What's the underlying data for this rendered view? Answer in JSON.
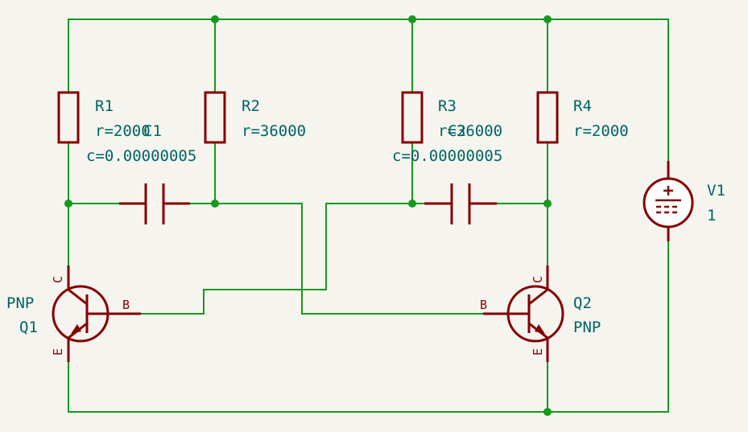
{
  "colors": {
    "background": "#f5f4ef",
    "wire": "#159a1b",
    "junction": "#159a1b",
    "component": "#840000",
    "label": "#006464",
    "source_fill": "#ffffff"
  },
  "components": {
    "R1": {
      "ref": "R1",
      "value": "r=2000"
    },
    "R2": {
      "ref": "R2",
      "value": "r=36000"
    },
    "R3": {
      "ref": "R3",
      "value": "r=36000"
    },
    "R4": {
      "ref": "R4",
      "value": "r=2000"
    },
    "C1": {
      "ref": "C1",
      "value": "c=0.00000005"
    },
    "C2": {
      "ref": "C2",
      "value": "c=0.00000005"
    },
    "Q1": {
      "ref": "Q1",
      "value": "PNP",
      "pins": {
        "c": "C",
        "b": "B",
        "e": "E"
      }
    },
    "Q2": {
      "ref": "Q2",
      "value": "PNP",
      "pins": {
        "c": "C",
        "b": "B",
        "e": "E"
      }
    },
    "V1": {
      "ref": "V1",
      "value": "1"
    }
  }
}
